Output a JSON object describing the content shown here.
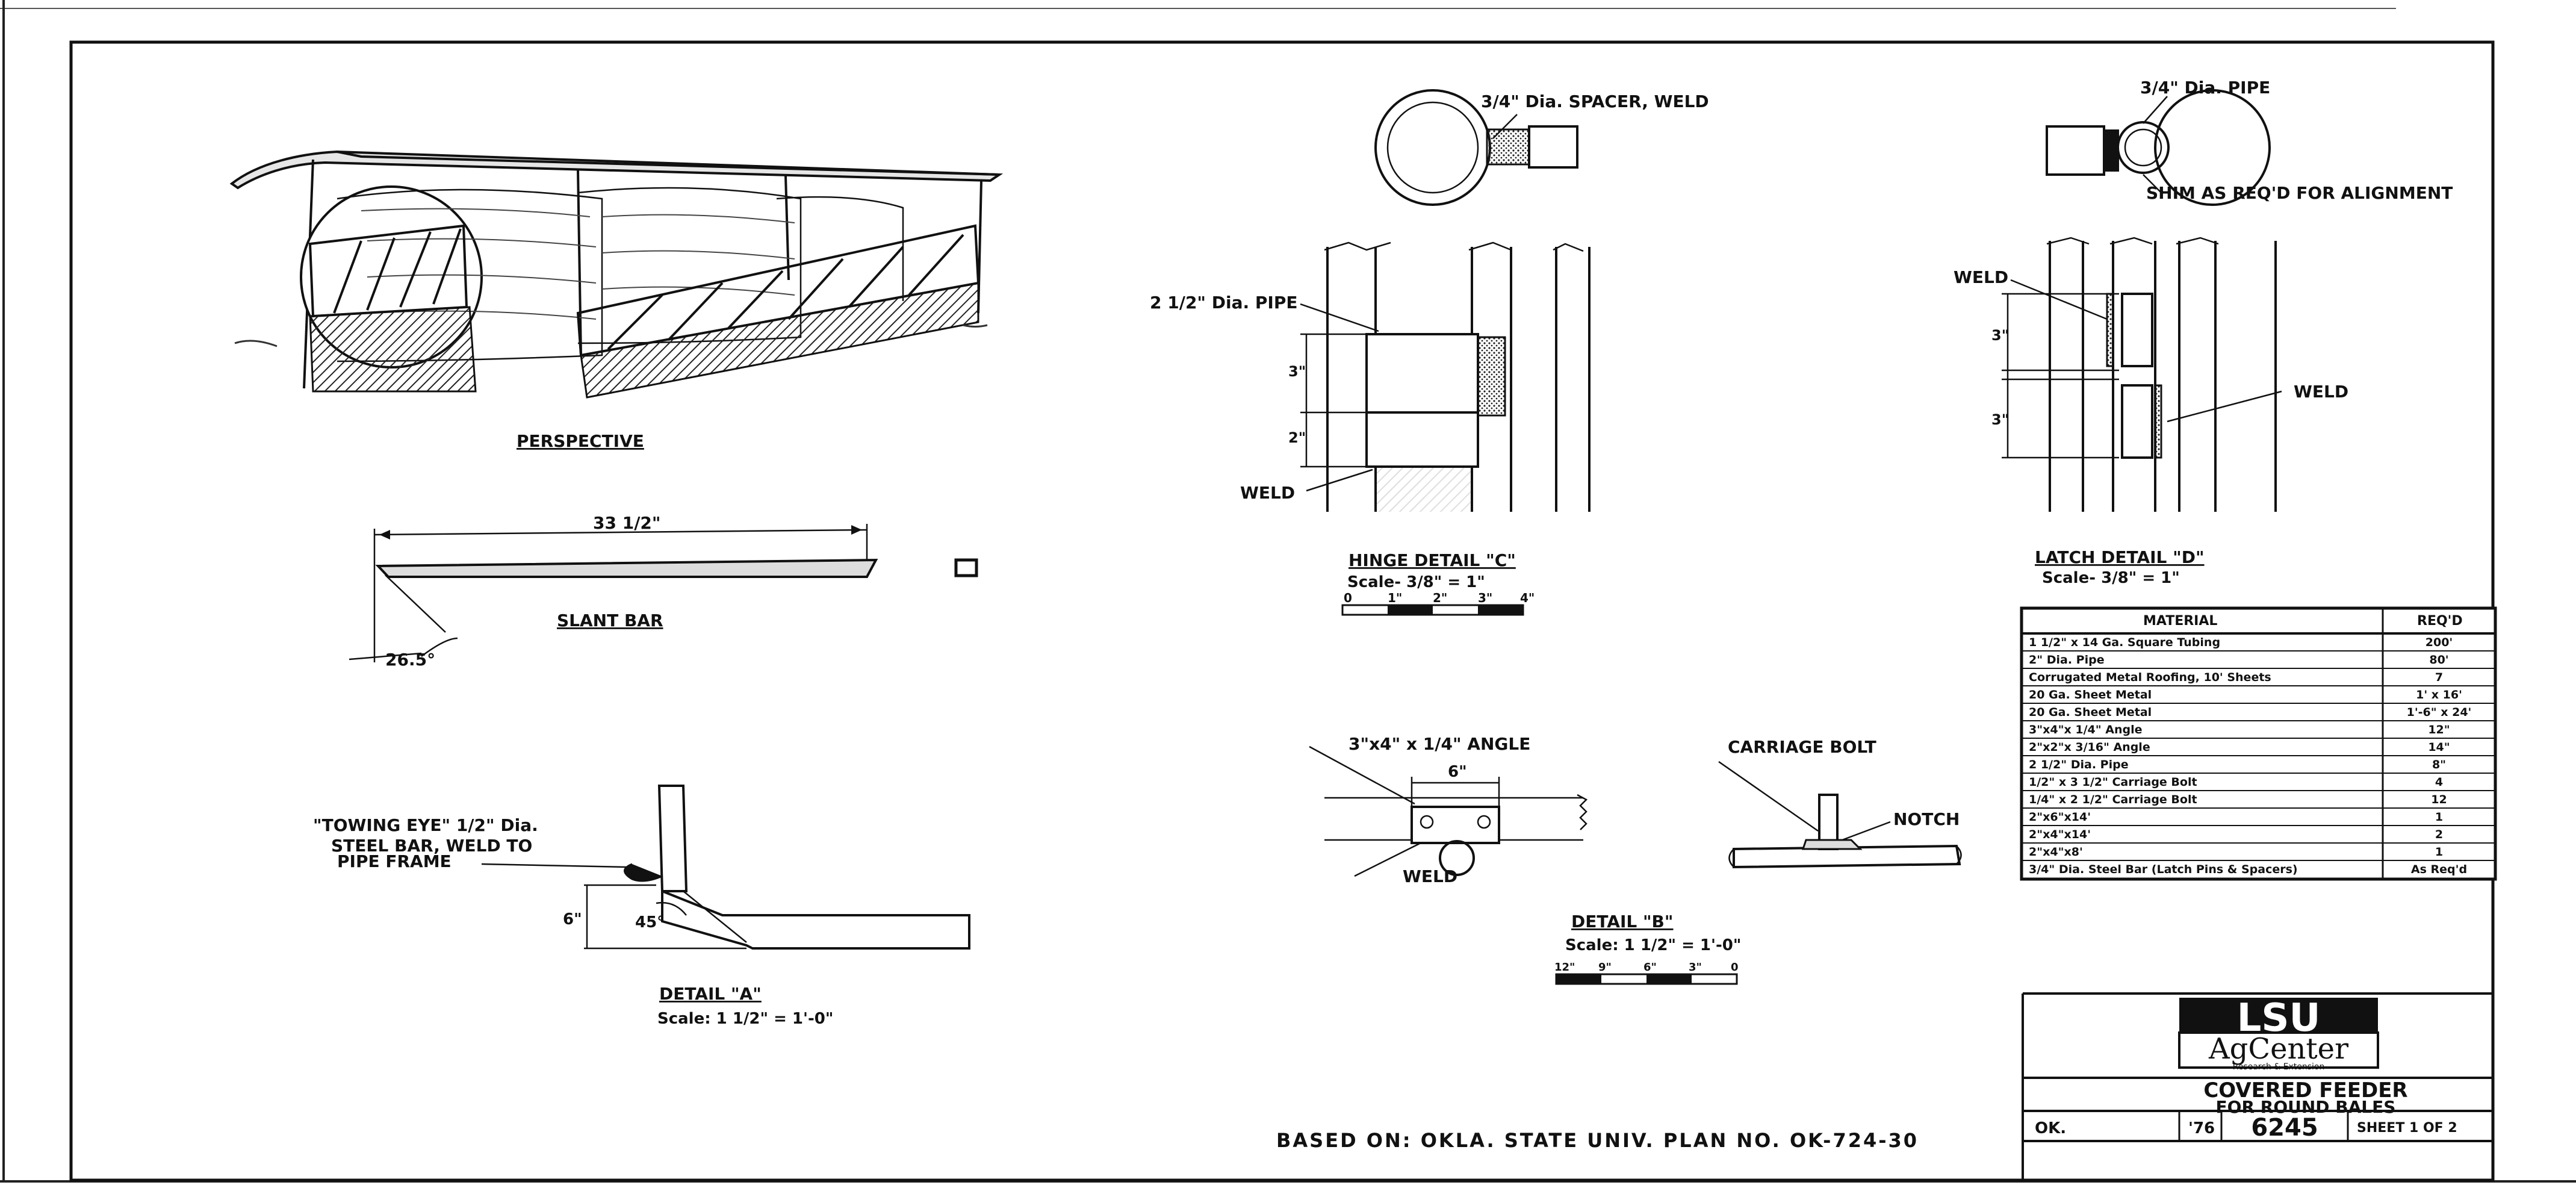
{
  "views": {
    "perspective": "PERSPECTIVE",
    "slant_bar": {
      "title": "SLANT BAR",
      "length": "33 1/2\"",
      "angle": "26.5°"
    },
    "detail_a": {
      "title": "DETAIL \"A\"",
      "scale": "Scale: 1 1/2\" = 1'-0\"",
      "towing_eye_1": "\"TOWING EYE\" 1/2\" Dia.",
      "towing_eye_2": "STEEL BAR, WELD TO",
      "towing_eye_3": "PIPE FRAME",
      "dim_6": "6\"",
      "angle_45": "45°"
    },
    "spacer": {
      "label": "3/4\" Dia. SPACER, WELD"
    },
    "hinge_c": {
      "title": "HINGE DETAIL \"C\"",
      "scale": "Scale- 3/8\" = 1\"",
      "pipe": "2 1/2\" Dia. PIPE",
      "weld": "WELD",
      "dim_3": "3\"",
      "dim_2": "2\"",
      "ruler": [
        "0",
        "1\"",
        "2\"",
        "3\"",
        "4\""
      ]
    },
    "pipe_top": {
      "pipe": "3/4\" Dia. PIPE",
      "shim": "SHIM AS REQ'D FOR ALIGNMENT"
    },
    "latch_d": {
      "title": "LATCH DETAIL \"D\"",
      "scale": "Scale- 3/8\" = 1\"",
      "weld_left": "WELD",
      "weld_right": "WELD",
      "dim_3a": "3\"",
      "dim_3b": "3\""
    },
    "detail_b": {
      "title": "DETAIL \"B\"",
      "scale": "Scale: 1 1/2\" = 1'-0\"",
      "angle": "3\"x4\" x 1/4\" ANGLE",
      "dim_6": "6\"",
      "weld": "WELD",
      "bolt": "CARRIAGE BOLT",
      "notch": "NOTCH",
      "ruler": [
        "12\"",
        "9\"",
        "6\"",
        "3\"",
        "0"
      ]
    }
  },
  "material_table": {
    "headers": [
      "MATERIAL",
      "REQ'D"
    ],
    "rows": [
      [
        "1 1/2\" x 14 Ga. Square Tubing",
        "200'"
      ],
      [
        "2\" Dia. Pipe",
        "80'"
      ],
      [
        "Corrugated Metal Roofing, 10' Sheets",
        "7"
      ],
      [
        "20 Ga. Sheet Metal",
        "1' x 16'"
      ],
      [
        "20 Ga. Sheet Metal",
        "1'-6\" x 24'"
      ],
      [
        "3\"x4\"x 1/4\" Angle",
        "12\""
      ],
      [
        "2\"x2\"x 3/16\" Angle",
        "14\""
      ],
      [
        "2 1/2\" Dia. Pipe",
        "8\""
      ],
      [
        "1/2\" x 3 1/2\" Carriage Bolt",
        "4"
      ],
      [
        "1/4\" x 2 1/2\" Carriage Bolt",
        "12"
      ],
      [
        "2\"x6\"x14'",
        "1"
      ],
      [
        "2\"x4\"x14'",
        "2"
      ],
      [
        "2\"x4\"x8'",
        "1"
      ],
      [
        "3/4\" Dia. Steel Bar (Latch Pins & Spacers)",
        "As Req'd"
      ]
    ]
  },
  "title_block": {
    "logo_top": "LSU",
    "logo_main": "AgCenter",
    "logo_sub": "Research & Extension",
    "title_1": "COVERED FEEDER",
    "title_2": "FOR ROUND BALES",
    "state": "OK.",
    "year": "'76",
    "plan_no": "6245",
    "sheet": "SHEET 1 OF 2"
  },
  "based_on": "BASED ON: OKLA. STATE UNIV. PLAN NO. OK-724-30"
}
